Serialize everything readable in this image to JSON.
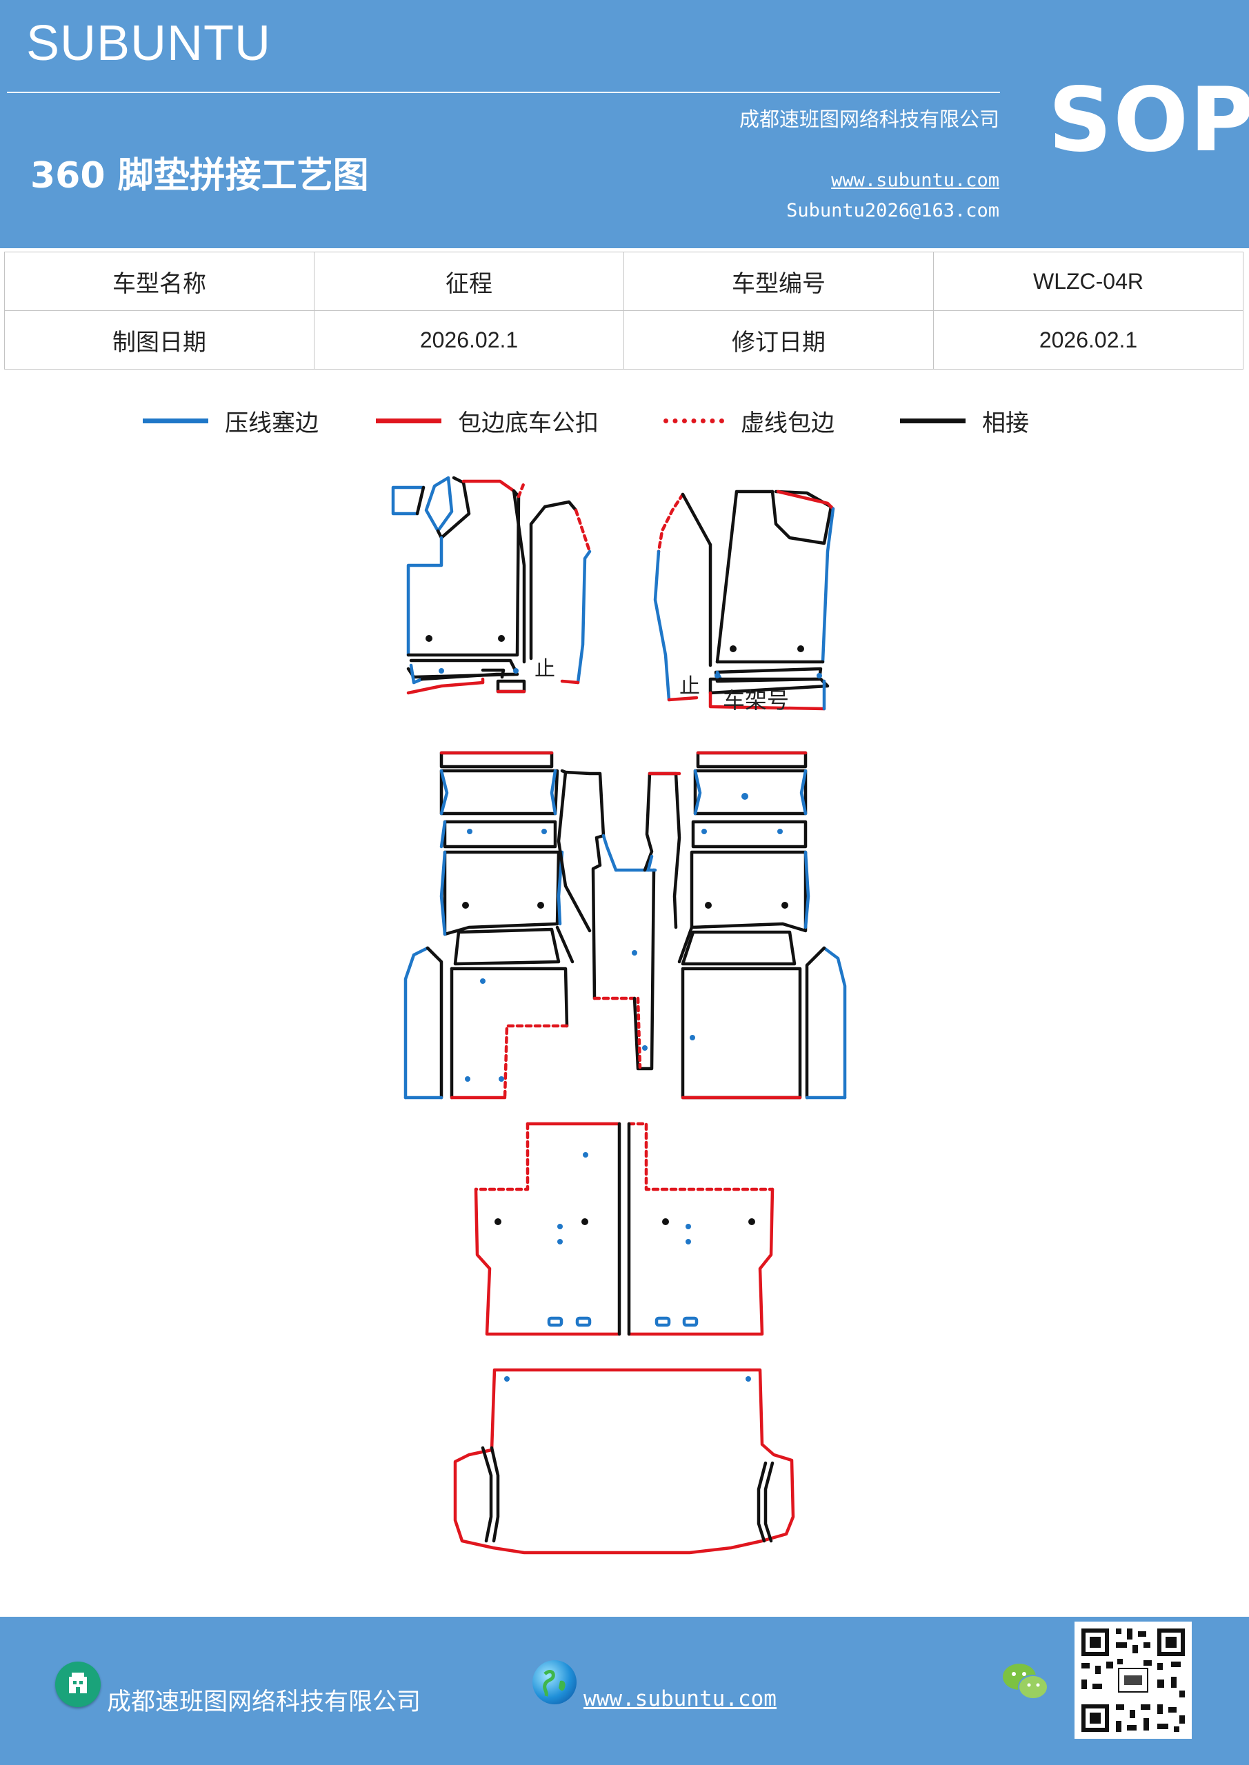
{
  "header": {
    "brand": "SUBUNTU",
    "company": "成都速班图网络科技有限公司",
    "title": "360 脚垫拼接工艺图",
    "website": "www.subuntu.com",
    "email": "Subuntu2026@163.com",
    "badge": "SOP"
  },
  "info_table": {
    "model_name_label": "车型名称",
    "model_name_value": "征程",
    "model_code_label": "车型编号",
    "model_code_value": "WLZC-04R",
    "draw_date_label": "制图日期",
    "draw_date_value": "2026.02.1",
    "revise_date_label": "修订日期",
    "revise_date_value": "2026.02.1"
  },
  "legend": [
    {
      "label": "压线塞边",
      "color": "#1f77c8",
      "style": "solid"
    },
    {
      "label": "包边底车公扣",
      "color": "#e0161e",
      "style": "solid"
    },
    {
      "label": "虚线包边",
      "color": "#e0161e",
      "style": "dotted"
    },
    {
      "label": "相接",
      "color": "#111111",
      "style": "solid"
    }
  ],
  "drawing": {
    "label_stop_left": "止",
    "label_stop_right": "止",
    "label_vin": "车架号"
  },
  "footer": {
    "company": "成都速班图网络科技有限公司",
    "website": "www.subuntu.com",
    "icons": [
      "building-icon",
      "globe-icon",
      "wechat-icon",
      "qr-code"
    ]
  },
  "colors": {
    "header_bg": "#5b9bd5",
    "blue_edge": "#1f77c8",
    "red_edge": "#e0161e",
    "joint": "#111111"
  }
}
